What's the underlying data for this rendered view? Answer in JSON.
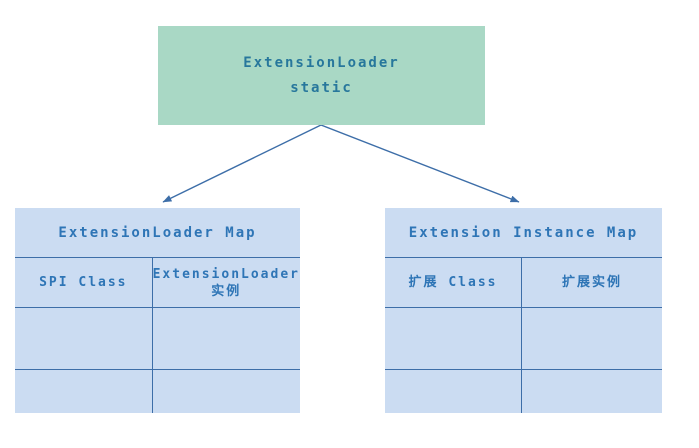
{
  "diagram": {
    "root_box": {
      "label": "ExtensionLoader\nstatic"
    },
    "left_table": {
      "title": "ExtensionLoader Map",
      "columns": {
        "0": "SPI Class",
        "1": "ExtensionLoader\n实例"
      },
      "rows": [
        [
          "",
          ""
        ],
        [
          "",
          ""
        ]
      ]
    },
    "right_table": {
      "title": "Extension Instance Map",
      "columns": {
        "0": "扩展 Class",
        "1": "扩展实例"
      },
      "rows": [
        [
          "",
          ""
        ],
        [
          "",
          ""
        ]
      ]
    },
    "colors": {
      "root_fill": "#a9d8c5",
      "root_text": "#27779c",
      "table_fill": "#cbdcf2",
      "line": "#3d6ea8",
      "table_text": "#2e75b6"
    }
  }
}
